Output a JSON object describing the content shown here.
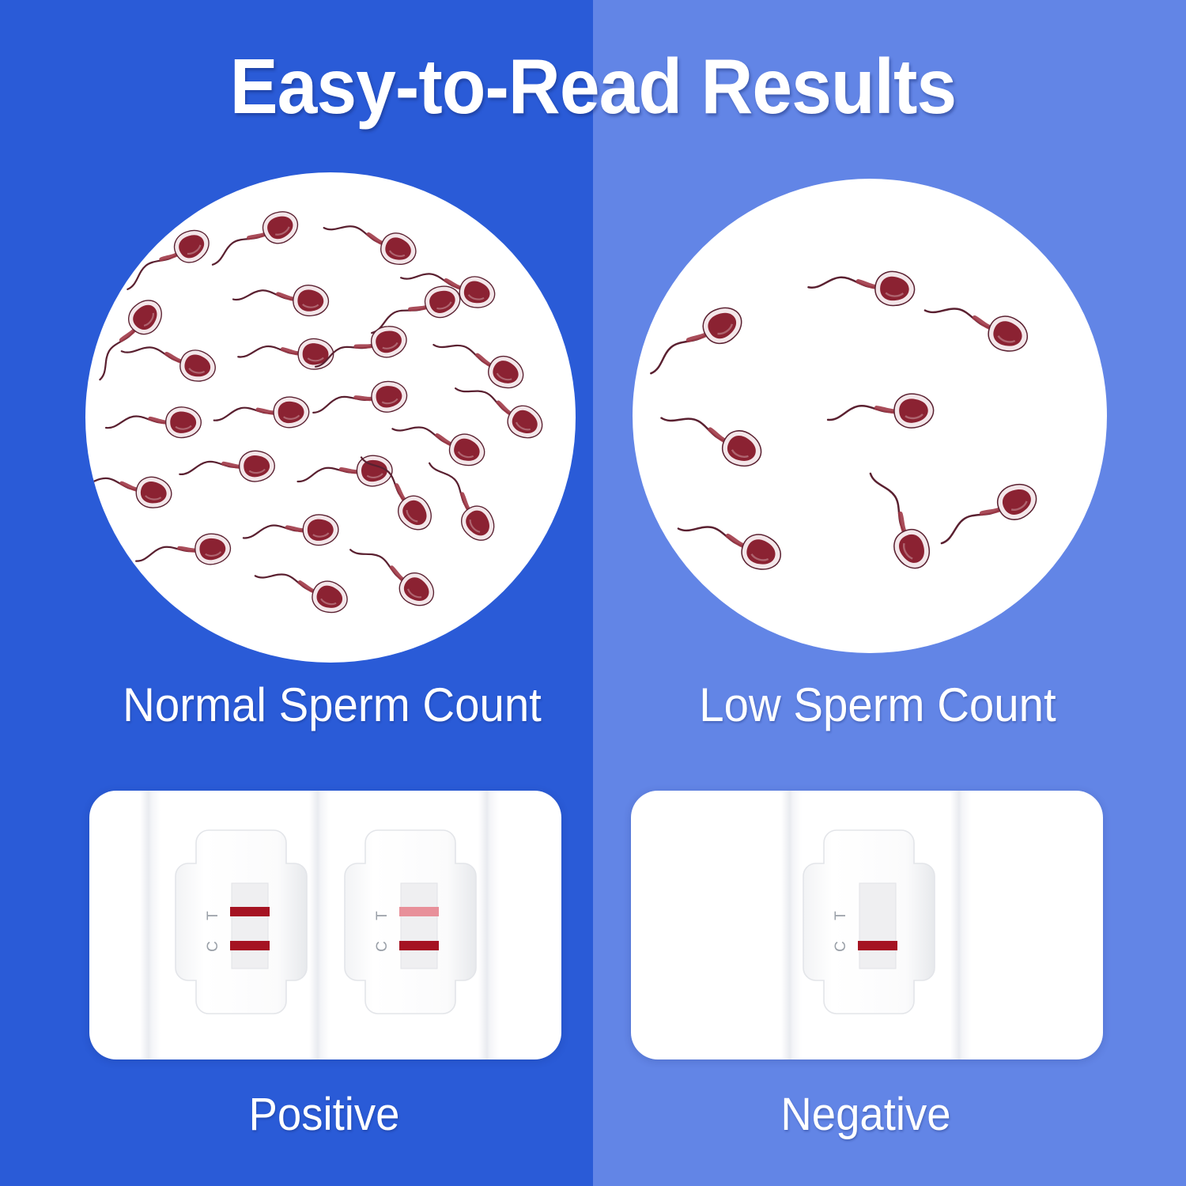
{
  "header": {
    "title": "Easy-to-Read Results"
  },
  "colors": {
    "background_left": "#2A5BD7",
    "background_right": "#6285E6",
    "panel_white": "#FFFFFF",
    "text_white": "#FFFFFF",
    "sperm_head_dark": "#8B2232",
    "sperm_head_mid": "#A03A48",
    "sperm_halo": "#F3E6E9",
    "sperm_outline": "#5A2030",
    "line_strong_red": "#A51322",
    "line_faint_pink": "#E8909A",
    "window_gray": "#EFEFF1"
  },
  "panels": [
    {
      "id": "normal",
      "side": "left",
      "caption": "Normal Sperm Count",
      "result_label": "Positive",
      "sperm_count": 25,
      "cassettes": [
        {
          "name": "positive-strong",
          "marker_top": "T",
          "marker_bottom": "C",
          "t_line": "strong",
          "c_line": "strong"
        },
        {
          "name": "positive-faint",
          "marker_top": "T",
          "marker_bottom": "C",
          "t_line": "faint",
          "c_line": "strong"
        }
      ]
    },
    {
      "id": "low",
      "side": "right",
      "caption": "Low Sperm Count",
      "result_label": "Negative",
      "sperm_count": 8,
      "cassettes": [
        {
          "name": "negative",
          "marker_top": "T",
          "marker_bottom": "C",
          "t_line": "none",
          "c_line": "strong"
        }
      ]
    }
  ],
  "chart_data": {
    "type": "scatter",
    "title": "Easy-to-Read Results",
    "series": [
      {
        "name": "Normal Sperm Count",
        "count": 25,
        "points": [
          {
            "x": 0.38,
            "y": 0.12,
            "angle": 155
          },
          {
            "x": 0.2,
            "y": 0.16,
            "angle": 150
          },
          {
            "x": 0.62,
            "y": 0.15,
            "angle": 200
          },
          {
            "x": 0.11,
            "y": 0.31,
            "angle": 130
          },
          {
            "x": 0.44,
            "y": 0.26,
            "angle": 185
          },
          {
            "x": 0.71,
            "y": 0.27,
            "angle": 160
          },
          {
            "x": 0.78,
            "y": 0.24,
            "angle": 195
          },
          {
            "x": 0.21,
            "y": 0.39,
            "angle": 195
          },
          {
            "x": 0.45,
            "y": 0.37,
            "angle": 182
          },
          {
            "x": 0.6,
            "y": 0.35,
            "angle": 165
          },
          {
            "x": 0.84,
            "y": 0.4,
            "angle": 205
          },
          {
            "x": 0.18,
            "y": 0.51,
            "angle": 180
          },
          {
            "x": 0.4,
            "y": 0.49,
            "angle": 178
          },
          {
            "x": 0.6,
            "y": 0.46,
            "angle": 172
          },
          {
            "x": 0.76,
            "y": 0.56,
            "angle": 200
          },
          {
            "x": 0.88,
            "y": 0.5,
            "angle": 210
          },
          {
            "x": 0.33,
            "y": 0.6,
            "angle": 178
          },
          {
            "x": 0.57,
            "y": 0.61,
            "angle": 176
          },
          {
            "x": 0.12,
            "y": 0.65,
            "angle": 190
          },
          {
            "x": 0.24,
            "y": 0.77,
            "angle": 175
          },
          {
            "x": 0.46,
            "y": 0.73,
            "angle": 178
          },
          {
            "x": 0.66,
            "y": 0.68,
            "angle": 230
          },
          {
            "x": 0.79,
            "y": 0.7,
            "angle": 235
          },
          {
            "x": 0.48,
            "y": 0.86,
            "angle": 200
          },
          {
            "x": 0.66,
            "y": 0.84,
            "angle": 215
          }
        ]
      },
      {
        "name": "Low Sperm Count",
        "count": 8,
        "points": [
          {
            "x": 0.17,
            "y": 0.32,
            "angle": 150
          },
          {
            "x": 0.53,
            "y": 0.23,
            "angle": 185
          },
          {
            "x": 0.77,
            "y": 0.32,
            "angle": 200
          },
          {
            "x": 0.57,
            "y": 0.49,
            "angle": 178
          },
          {
            "x": 0.21,
            "y": 0.56,
            "angle": 205
          },
          {
            "x": 0.79,
            "y": 0.69,
            "angle": 155
          },
          {
            "x": 0.25,
            "y": 0.78,
            "angle": 200
          },
          {
            "x": 0.58,
            "y": 0.76,
            "angle": 245
          }
        ]
      }
    ]
  }
}
